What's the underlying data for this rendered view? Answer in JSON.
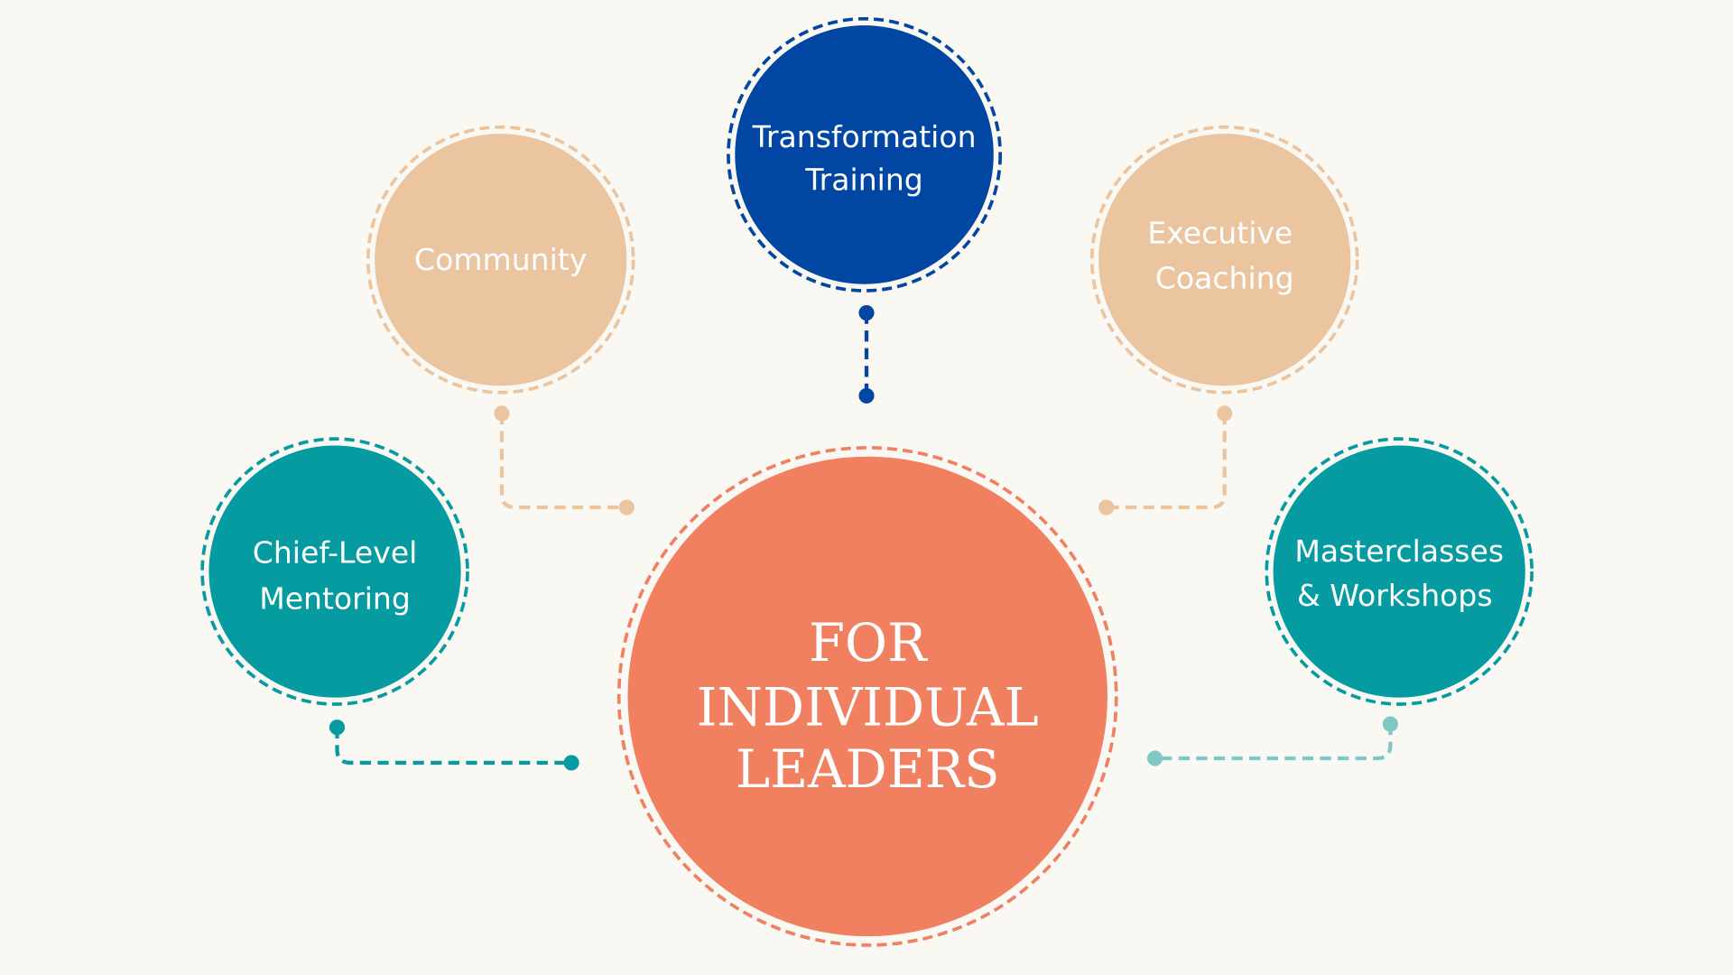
{
  "center": {
    "lines": [
      "FOR",
      "INDIVIDUAL",
      "LEADERS"
    ],
    "color": "#f08060"
  },
  "nodes": {
    "transformation": {
      "lines": [
        "Transformation",
        "Training"
      ],
      "color": "#0146a3"
    },
    "community": {
      "lines": [
        "Community"
      ],
      "color": "#ebc4a0"
    },
    "executive": {
      "lines": [
        "Executive",
        "Coaching"
      ],
      "color": "#ebc4a0"
    },
    "chief": {
      "lines": [
        "Chief-Level",
        "Mentoring"
      ],
      "color": "#059ba0"
    },
    "masterclasses": {
      "lines": [
        "Masterclasses",
        "& Workshops"
      ],
      "color": "#059ba0"
    }
  },
  "background": "#f9f8f3"
}
